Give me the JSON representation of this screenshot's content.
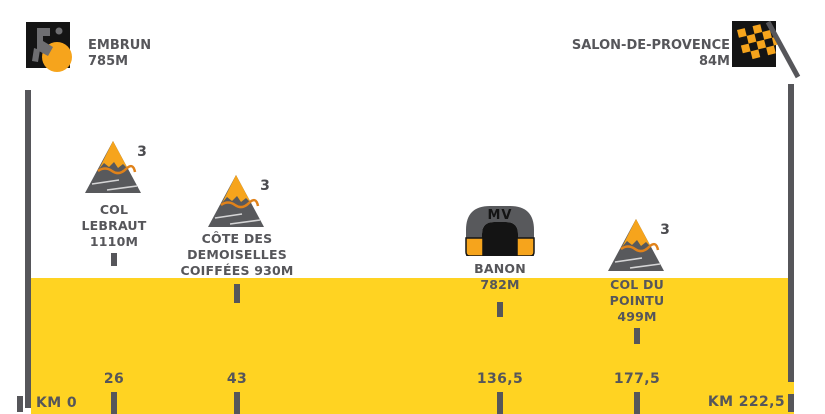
{
  "stage": {
    "start": {
      "name": "EMBRUN",
      "altitude": "785M"
    },
    "finish": {
      "name": "SALON-DE-PROVENCE",
      "altitude": "84M"
    },
    "km_start_label": "KM 0",
    "km_end_label": "KM 222,5"
  },
  "waypoints": [
    {
      "kind": "climb",
      "category": "3",
      "line1": "COL",
      "line2": "LEBRAUT",
      "line3": "1110M",
      "km": "26"
    },
    {
      "kind": "climb",
      "category": "3",
      "line1": "CÔTE DES",
      "line2": "DEMOISELLES",
      "line3": "COIFFÉES 930M",
      "km": "43"
    },
    {
      "kind": "sprint",
      "icon_text": "MV",
      "line1": "BANON",
      "line2": "782M",
      "km": "136,5"
    },
    {
      "kind": "climb",
      "category": "3",
      "line1": "COL DU",
      "line2": "POINTU",
      "line3": "499M",
      "km": "177,5"
    }
  ],
  "colors": {
    "yellow": "#FFD322",
    "orange": "#F6A41C",
    "text_gray": "#56565A",
    "icon_black": "#141414"
  }
}
